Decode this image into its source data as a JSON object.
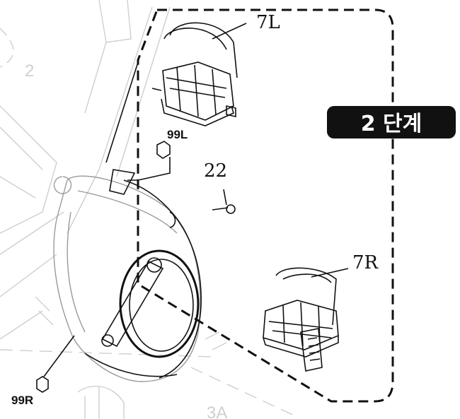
{
  "step_badge": {
    "text": "2 단계",
    "bg_color": "#111111",
    "text_color": "#ffffff"
  },
  "labels": {
    "pedal_left": "7L",
    "pedal_right": "7R",
    "nut_upper": "99L",
    "nut_lower": "99R",
    "bolt": "22",
    "frame_part": "2",
    "base_part": "3A"
  },
  "colors": {
    "line": "#111111",
    "faded": "#cfcfcf",
    "dashed_box": "#111111"
  }
}
